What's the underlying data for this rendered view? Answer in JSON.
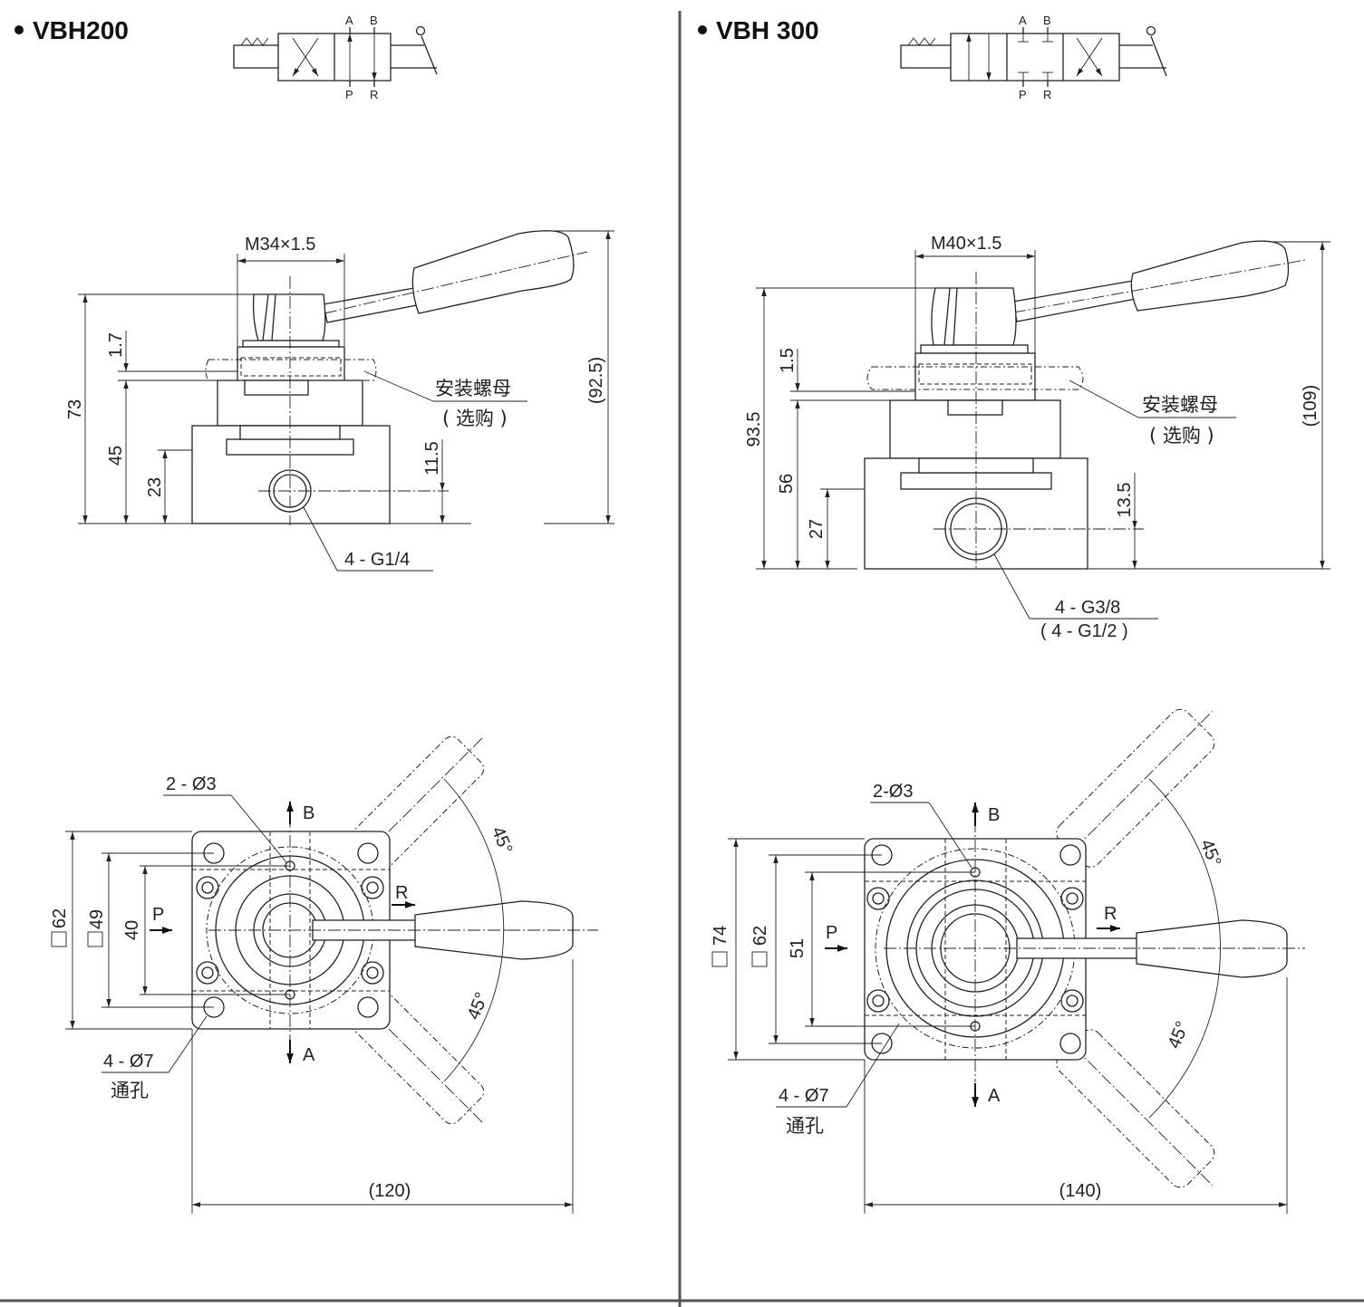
{
  "vbh200": {
    "title": "VBH200",
    "symbol": {
      "a": "A",
      "b": "B",
      "p": "P",
      "r": "R"
    },
    "side": {
      "thread": "M34×1.5",
      "d_73": "73",
      "d_45": "45",
      "d_23": "23",
      "d_1_7": "1.7",
      "d_11_5": "11.5",
      "d_92_5": "(92.5)",
      "nut_label": "安装螺母",
      "nut_sub": "( 选购 )",
      "ports": "4 - G1/4"
    },
    "top": {
      "holes_small": "2 - Ø3",
      "d_62": "62",
      "d_49": "49",
      "d_40": "40",
      "port_b": "B",
      "port_a": "A",
      "port_p": "P",
      "port_r": "R",
      "angle1": "45°",
      "angle2": "45°",
      "holes_large": "4 - Ø7",
      "through": "通孔",
      "width": "(120)"
    }
  },
  "vbh300": {
    "title": "VBH 300",
    "symbol": {
      "a": "A",
      "b": "B",
      "p": "P",
      "r": "R"
    },
    "side": {
      "thread": "M40×1.5",
      "d_93_5": "93.5",
      "d_56": "56",
      "d_27": "27",
      "d_1_5": "1.5",
      "d_13_5": "13.5",
      "d_109": "(109)",
      "nut_label": "安装螺母",
      "nut_sub": "( 选购 )",
      "ports": "4 - G3/8",
      "ports_alt": "( 4 - G1/2 )"
    },
    "top": {
      "holes_small": "2-Ø3",
      "d_74": "74",
      "d_62": "62",
      "d_51": "51",
      "port_b": "B",
      "port_a": "A",
      "port_p": "P",
      "port_r": "R",
      "angle1": "45°",
      "angle2": "45°",
      "holes_large": "4 - Ø7",
      "through": "通孔",
      "width": "(140)"
    }
  }
}
